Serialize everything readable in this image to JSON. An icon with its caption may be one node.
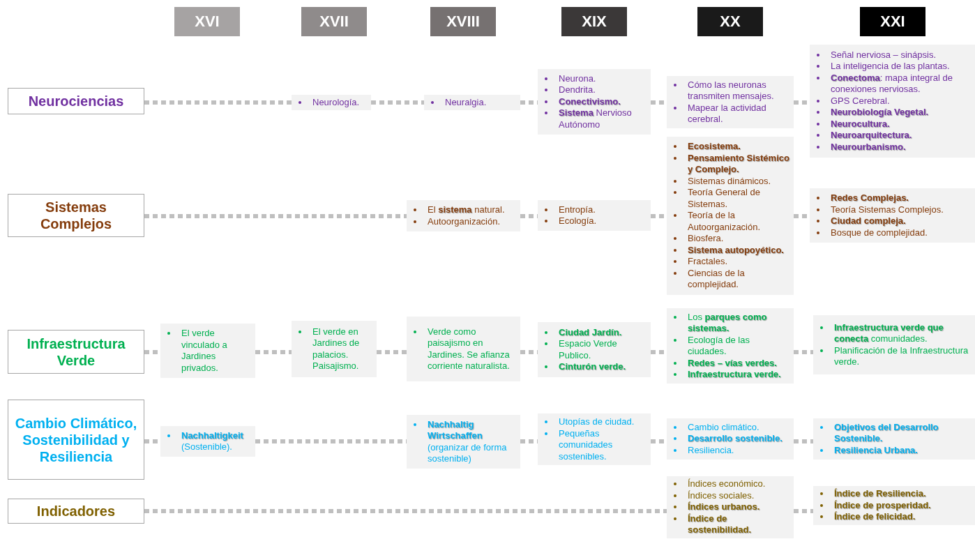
{
  "diagram": {
    "nodes": [
      {
        "text": [
          "XVI"
        ]
      },
      {
        "text": [
          "XVII"
        ]
      },
      {
        "text": [
          "XVIII"
        ]
      },
      {
        "text": [
          "XIX"
        ]
      },
      {
        "text": [
          "XX"
        ]
      },
      {
        "text": [
          "XXI"
        ]
      },
      {
        "text": [
          "Neurociencias"
        ]
      },
      {
        "text": [
          "Neurología."
        ]
      },
      {
        "text": [
          "Neuralgia."
        ]
      },
      {
        "text": [
          "Neurona.",
          "Dendrita.",
          "Conectivismo.",
          "**Sistema** Nervioso Autónomo"
        ]
      },
      {
        "text": [
          "Cómo las neuronas transmiten mensajes.",
          "Mapear la actividad cerebral."
        ]
      },
      {
        "text": [
          "Señal nerviosa – sinápsis.",
          "La inteligencia de las plantas.",
          "**Conectoma**: mapa integral de conexiones nerviosas.",
          "GPS Cerebral.",
          "Neurobiología Vegetal.",
          "Neurocultura.",
          "Neuroarquitectura.",
          "Neurourbanismo."
        ]
      },
      {
        "text": [
          "Sistemas Complejos"
        ]
      },
      {
        "text": [
          "El **sistema** natural.",
          "Autoorganización."
        ]
      },
      {
        "text": [
          "Entropía.",
          "Ecología."
        ]
      },
      {
        "text": [
          "Ecosistema.",
          "Pensamiento Sistémico y Complejo.",
          "Sistemas dinámicos.",
          "Teoría General de Sistemas.",
          "Teoría de la Autoorganización.",
          "Biosfera.",
          "Sistema autopoyético.",
          "Fractales.",
          "Ciencias de la complejidad."
        ]
      },
      {
        "text": [
          "Redes Complejas.",
          "Teoría Sistemas Complejos.",
          "Ciudad compleja.",
          "Bosque de complejidad."
        ]
      },
      {
        "text": [
          "Infraestructura Verde"
        ]
      },
      {
        "text": [
          "El verde vinculado a Jardines privados."
        ]
      },
      {
        "text": [
          "El verde en Jardines de palacios. Paisajismo."
        ]
      },
      {
        "text": [
          "Verde como paisajismo en Jardines. Se afianza corriente naturalista."
        ]
      },
      {
        "text": [
          "Ciudad Jardín.",
          "Espacio Verde Publico.",
          "Cinturón verde."
        ]
      },
      {
        "text": [
          "Los **parques como sistemas.**",
          "Ecología de las ciudades.",
          "Redes – vías verdes.",
          "Infraestructura verde."
        ]
      },
      {
        "text": [
          "**Infraestructura verde que conecta** comunidades.",
          "Planificación de la Infraestructura verde."
        ]
      },
      {
        "text": [
          "Cambio Climático, Sostenibilidad y Resiliencia"
        ]
      },
      {
        "text": [
          "**Nachhaltigkeit** (Sostenible)."
        ]
      },
      {
        "text": [
          "**Nachhaltig Wirtschaffen** (organizar de forma sostenible)"
        ]
      },
      {
        "text": [
          "Utopías de ciudad.",
          "Pequeñas comunidades sostenibles."
        ]
      },
      {
        "text": [
          "Cambio climático.",
          "Desarrollo sostenible.",
          "Resiliencia."
        ]
      },
      {
        "text": [
          "Objetivos del Desarrollo Sostenible.",
          "Resiliencia Urbana."
        ]
      },
      {
        "text": [
          "Indicadores"
        ]
      },
      {
        "text": [
          "Índices económico.",
          "Índices sociales.",
          "Índices urbanos.",
          "Índice de sostenibilidad."
        ]
      },
      {
        "text": [
          "Índice de Resiliencia.",
          "Índice de prosperidad.",
          "Índice de felicidad."
        ]
      }
    ],
    "edges": [
      {
        "from": 6,
        "to": 7,
        "arrow": "none",
        "style": "dashed"
      },
      {
        "from": 7,
        "to": 8,
        "arrow": "none",
        "style": "dashed"
      },
      {
        "from": 8,
        "to": 9,
        "arrow": "none",
        "style": "dashed"
      },
      {
        "from": 9,
        "to": 10,
        "arrow": "none",
        "style": "dashed"
      },
      {
        "from": 10,
        "to": 11,
        "arrow": "none",
        "style": "dashed"
      },
      {
        "from": 12,
        "to": 13,
        "arrow": "none",
        "style": "dashed"
      },
      {
        "from": 13,
        "to": 14,
        "arrow": "none",
        "style": "dashed"
      },
      {
        "from": 14,
        "to": 15,
        "arrow": "none",
        "style": "dashed"
      },
      {
        "from": 15,
        "to": 16,
        "arrow": "none",
        "style": "dashed"
      },
      {
        "from": 17,
        "to": 18,
        "arrow": "none",
        "style": "dashed"
      },
      {
        "from": 18,
        "to": 19,
        "arrow": "none",
        "style": "dashed"
      },
      {
        "from": 19,
        "to": 20,
        "arrow": "none",
        "style": "dashed"
      },
      {
        "from": 20,
        "to": 21,
        "arrow": "none",
        "style": "dashed"
      },
      {
        "from": 21,
        "to": 22,
        "arrow": "none",
        "style": "dashed"
      },
      {
        "from": 22,
        "to": 23,
        "arrow": "none",
        "style": "dashed"
      },
      {
        "from": 24,
        "to": 25,
        "arrow": "none",
        "style": "dashed"
      },
      {
        "from": 25,
        "to": 26,
        "arrow": "none",
        "style": "dashed"
      },
      {
        "from": 26,
        "to": 27,
        "arrow": "none",
        "style": "dashed"
      },
      {
        "from": 27,
        "to": 28,
        "arrow": "none",
        "style": "dashed"
      },
      {
        "from": 28,
        "to": 29,
        "arrow": "none",
        "style": "dashed"
      },
      {
        "from": 30,
        "to": 31,
        "arrow": "none",
        "style": "dashed"
      },
      {
        "from": 31,
        "to": 32,
        "arrow": "none",
        "style": "dashed"
      }
    ]
  }
}
